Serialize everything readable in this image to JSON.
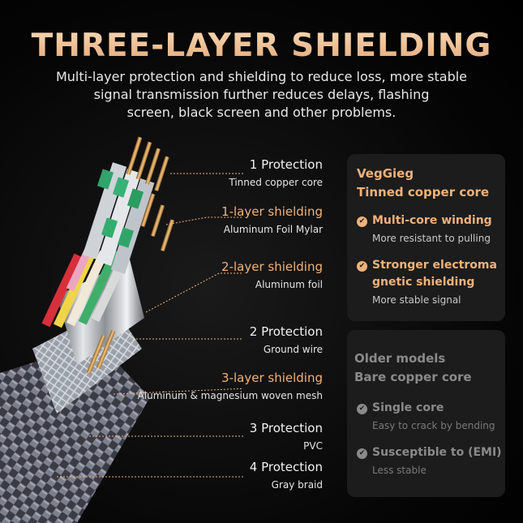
{
  "header": {
    "title": "THREE-LAYER SHIELDING",
    "subtitle_lines": [
      "Multi-layer protection and shielding to reduce loss, more stable",
      "signal transmission further reduces delays, flashing",
      "screen, black screen and other problems."
    ]
  },
  "layers": [
    {
      "heading": "1 Protection",
      "detail": "Tinned copper core",
      "accent": false
    },
    {
      "heading": "1-layer shielding",
      "detail": "Aluminum Foil Mylar",
      "accent": true
    },
    {
      "heading": "2-layer shielding",
      "detail": "Aluminum foil",
      "accent": true
    },
    {
      "heading": "2 Protection",
      "detail": "Ground wire",
      "accent": false
    },
    {
      "heading": "3-layer shielding",
      "detail": "Aluminum & magnesium woven mesh",
      "accent": true
    },
    {
      "heading": "3 Protection",
      "detail": "PVC",
      "accent": false
    },
    {
      "heading": "4 Protection",
      "detail": "Gray braid",
      "accent": false
    }
  ],
  "comparison": {
    "new": {
      "title_lines": [
        "VegGieg",
        "Tinned copper core"
      ],
      "features": [
        {
          "title_lines": [
            "Multi-core winding"
          ],
          "detail": "More resistant to pulling"
        },
        {
          "title_lines": [
            "Stronger electroma",
            "gnetic shielding"
          ],
          "detail": "More stable signal"
        }
      ]
    },
    "old": {
      "title_lines": [
        "Older models",
        "Bare copper core"
      ],
      "features": [
        {
          "title_lines": [
            "Single core"
          ],
          "detail": "Easy to crack by bending"
        },
        {
          "title_lines": [
            "Susceptible to (EMI)"
          ],
          "detail": "Less stable"
        }
      ]
    }
  },
  "colors": {
    "accent": "#f0b27a",
    "panel": "#1c1c1c",
    "muted": "#8a8a8a"
  }
}
